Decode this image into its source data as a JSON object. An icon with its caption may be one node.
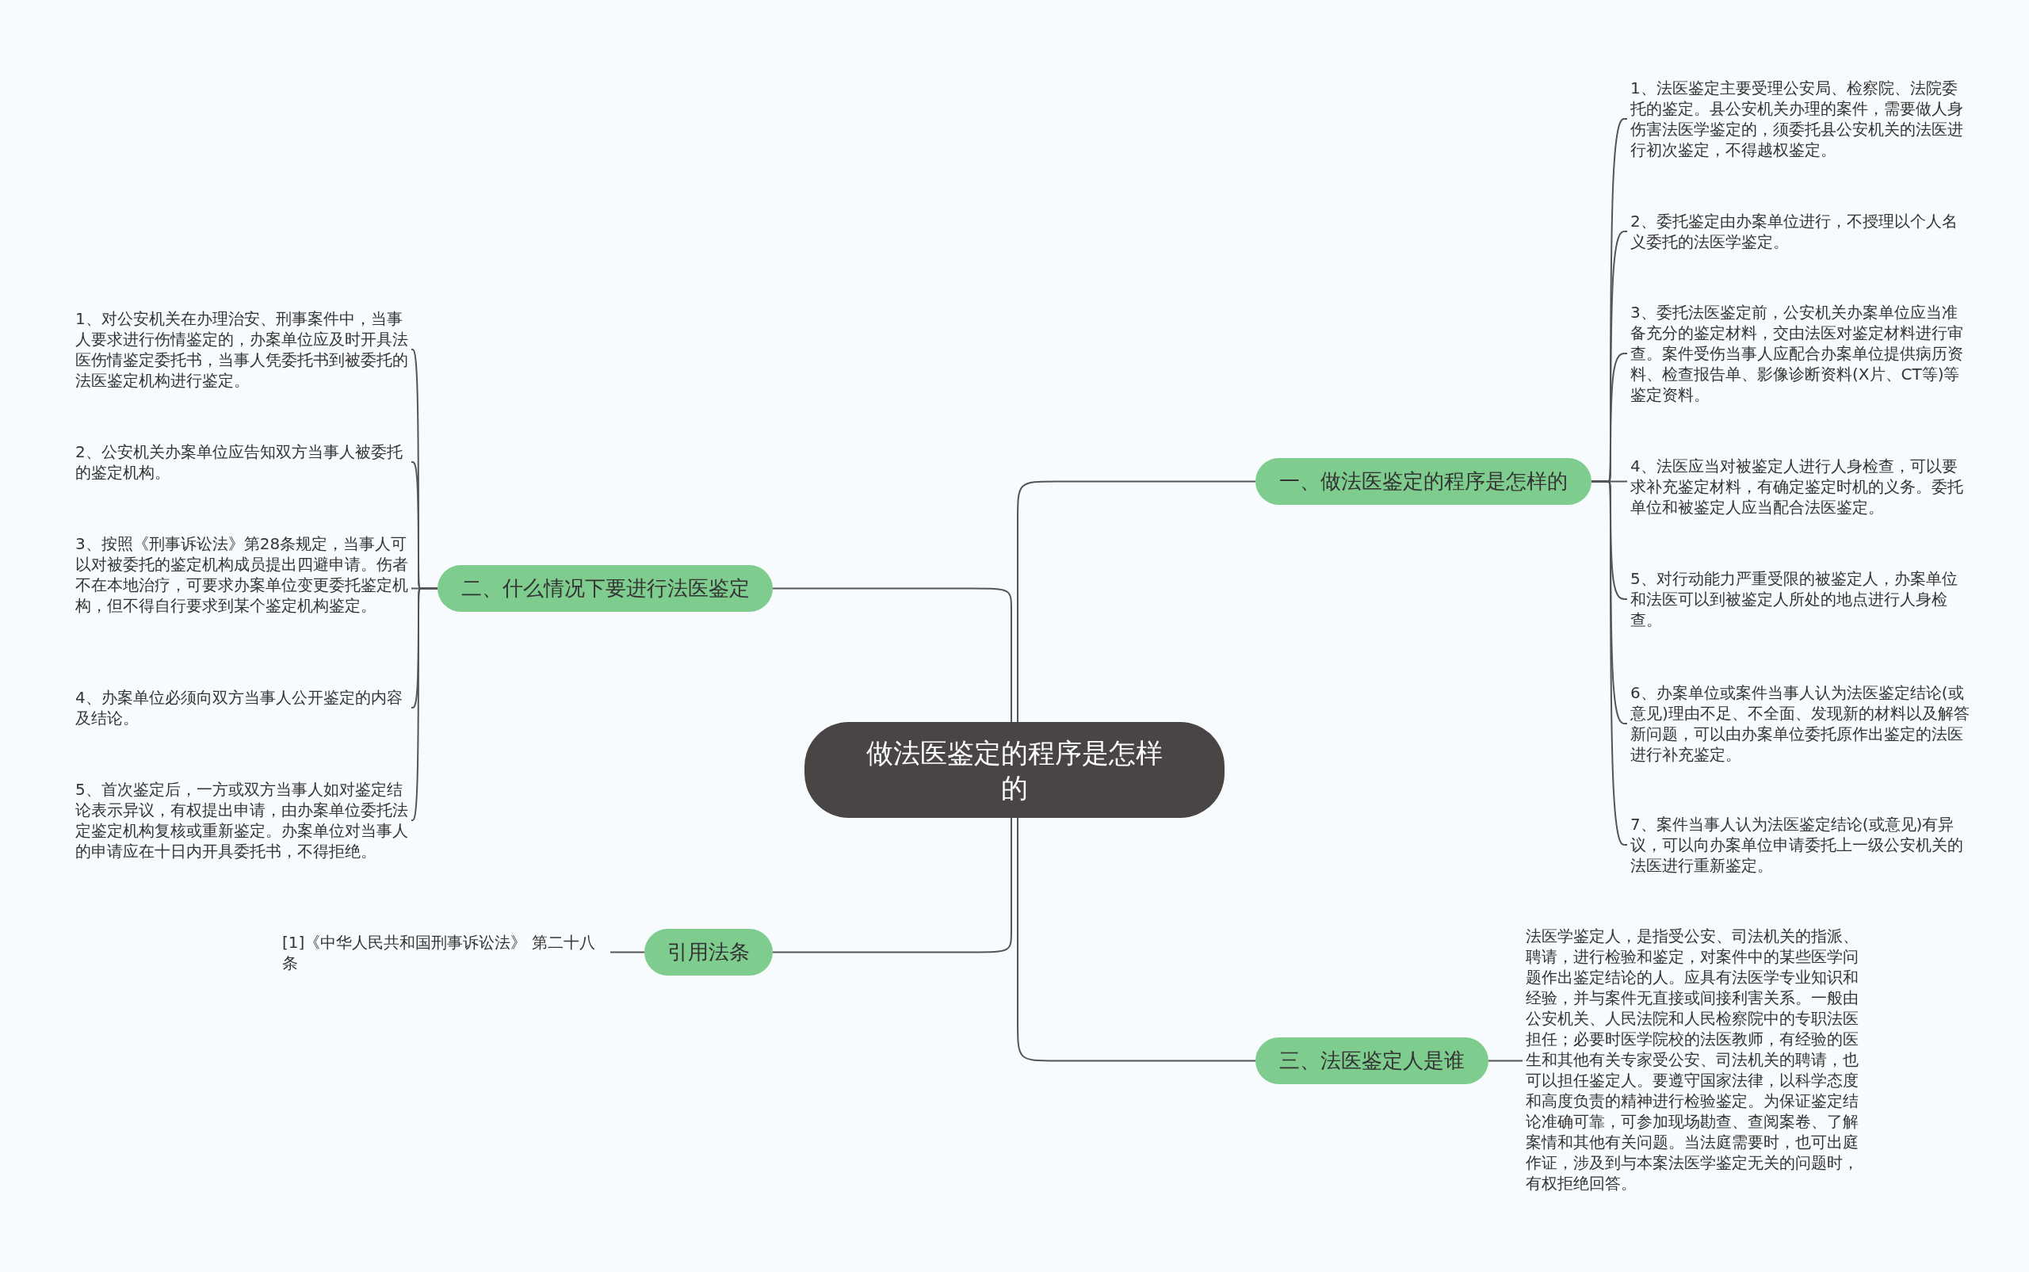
{
  "diagram": {
    "nodes": [
      {
        "text": [
          "做法医鉴定的程序是怎样的"
        ]
      },
      {
        "text": [
          "一、做法医鉴定的程序是怎样的"
        ]
      },
      {
        "text": [
          "1、法医鉴定主要受理公安局、检察院、法院委托的鉴定。县公安机关办理的案件，需要做人身伤害法医学鉴定的，须委托县公安机关的法医进行初次鉴定，不得越权鉴定。"
        ]
      },
      {
        "text": [
          "2、委托鉴定由办案单位进行，不授理以个人名义委托的法医学鉴定。"
        ]
      },
      {
        "text": [
          "3、委托法医鉴定前，公安机关办案单位应当准备充分的鉴定材料，交由法医对鉴定材料进行审查。案件受伤当事人应配合办案单位提供病历资料、检查报告单、影像诊断资料(X片、CT等)等鉴定资料。"
        ]
      },
      {
        "text": [
          "4、法医应当对被鉴定人进行人身检查，可以要求补充鉴定材料，有确定鉴定时机的义务。委托单位和被鉴定人应当配合法医鉴定。"
        ]
      },
      {
        "text": [
          "5、对行动能力严重受限的被鉴定人，办案单位和法医可以到被鉴定人所处的地点进行人身检查。"
        ]
      },
      {
        "text": [
          "6、办案单位或案件当事人认为法医鉴定结论(或意见)理由不足、不全面、发现新的材料以及解答新问题，可以由办案单位委托原作出鉴定的法医进行补充鉴定。"
        ]
      },
      {
        "text": [
          "7、案件当事人认为法医鉴定结论(或意见)有异议，可以向办案单位申请委托上一级公安机关的法医进行重新鉴定。"
        ]
      },
      {
        "text": [
          "二、什么情况下要进行法医鉴定"
        ]
      },
      {
        "text": [
          "1、对公安机关在办理治安、刑事案件中，当事人要求进行伤情鉴定的，办案单位应及时开具法医伤情鉴定委托书，当事人凭委托书到被委托的法医鉴定机构进行鉴定。"
        ]
      },
      {
        "text": [
          "2、公安机关办案单位应告知双方当事人被委托的鉴定机构。"
        ]
      },
      {
        "text": [
          "3、按照《刑事诉讼法》第28条规定，当事人可以对被委托的鉴定机构成员提出四避申请。伤者不在本地治疗，可要求办案单位变更委托鉴定机构，但不得自行要求到某个鉴定机构鉴定。"
        ]
      },
      {
        "text": [
          "4、办案单位必须向双方当事人公开鉴定的内容及结论。"
        ]
      },
      {
        "text": [
          "5、首次鉴定后，一方或双方当事人如对鉴定结论表示异议，有权提出申请，由办案单位委托法定鉴定机构复核或重新鉴定。办案单位对当事人的申请应在十日内开具委托书，不得拒绝。"
        ]
      },
      {
        "text": [
          "三、法医鉴定人是谁"
        ]
      },
      {
        "text": [
          "法医学鉴定人，是指受公安、司法机关的指派、聘请，进行检验和鉴定，对案件中的某些医学问题作出鉴定结论的人。应具有法医学专业知识和经验，并与案件无直接或间接利害关系。一般由公安机关、人民法院和人民检察院中的专职法医担任；必要时医学院校的法医教师，有经验的医生和其他有关专家受公安、司法机关的聘请，也可以担任鉴定人。要遵守国家法律，以科学态度和高度负责的精神进行检验鉴定。为保证鉴定结论准确可靠，可参加现场勘查、查阅案卷、了解案情和其他有关问题。当法庭需要时，也可出庭作证，涉及到与本案法医学鉴定无关的问题时，有权拒绝回答。"
        ]
      },
      {
        "text": [
          "引用法条"
        ]
      },
      {
        "text": [
          "[1]《中华人民共和国刑事诉讼法》 第二十八条"
        ]
      }
    ],
    "edges": [
      {
        "from": 0,
        "to": 1,
        "arrow": "none"
      },
      {
        "from": 1,
        "to": 2,
        "arrow": "none"
      },
      {
        "from": 1,
        "to": 3,
        "arrow": "none"
      },
      {
        "from": 1,
        "to": 4,
        "arrow": "none"
      },
      {
        "from": 1,
        "to": 5,
        "arrow": "none"
      },
      {
        "from": 1,
        "to": 6,
        "arrow": "none"
      },
      {
        "from": 1,
        "to": 7,
        "arrow": "none"
      },
      {
        "from": 1,
        "to": 8,
        "arrow": "none"
      },
      {
        "from": 0,
        "to": 9,
        "arrow": "none"
      },
      {
        "from": 9,
        "to": 10,
        "arrow": "none"
      },
      {
        "from": 9,
        "to": 11,
        "arrow": "none"
      },
      {
        "from": 9,
        "to": 12,
        "arrow": "none"
      },
      {
        "from": 9,
        "to": 13,
        "arrow": "none"
      },
      {
        "from": 9,
        "to": 14,
        "arrow": "none"
      },
      {
        "from": 0,
        "to": 15,
        "arrow": "none"
      },
      {
        "from": 15,
        "to": 16,
        "arrow": "none"
      },
      {
        "from": 0,
        "to": 17,
        "arrow": "none"
      },
      {
        "from": 17,
        "to": 18,
        "arrow": "none"
      }
    ]
  }
}
